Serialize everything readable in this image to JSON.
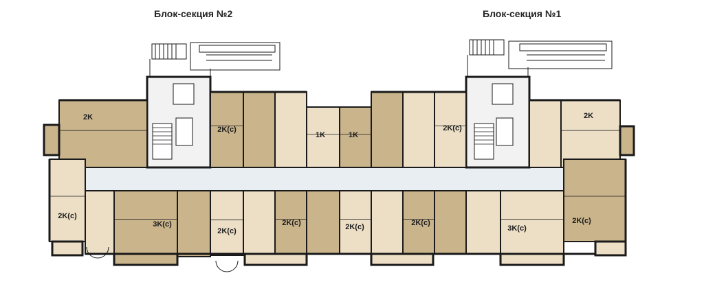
{
  "sections": [
    {
      "title": "Блок-секция №2"
    },
    {
      "title": "Блок-секция №1"
    }
  ],
  "apartments": [
    {
      "label": "2K",
      "tone": "dark"
    },
    {
      "label": "2K(c)",
      "tone": "dark"
    },
    {
      "label": "1K",
      "tone": "light"
    },
    {
      "label": "1K",
      "tone": "dark"
    },
    {
      "label": "2K(c)",
      "tone": "light"
    },
    {
      "label": "2K",
      "tone": "light"
    },
    {
      "label": "2K(c)",
      "tone": "light"
    },
    {
      "label": "3K(c)",
      "tone": "dark"
    },
    {
      "label": "2K(c)",
      "tone": "light"
    },
    {
      "label": "2K(c)",
      "tone": "dark"
    },
    {
      "label": "2K(c)",
      "tone": "light"
    },
    {
      "label": "2K(c)",
      "tone": "dark"
    },
    {
      "label": "3K(c)",
      "tone": "light"
    },
    {
      "label": "2K(c)",
      "tone": "dark"
    }
  ],
  "colors": {
    "dark_unit": "#c9b48c",
    "light_unit": "#ecdfc6",
    "corridor": "#e8eef2",
    "wall": "#1a1a1a",
    "stair": "#f2f2f2"
  }
}
